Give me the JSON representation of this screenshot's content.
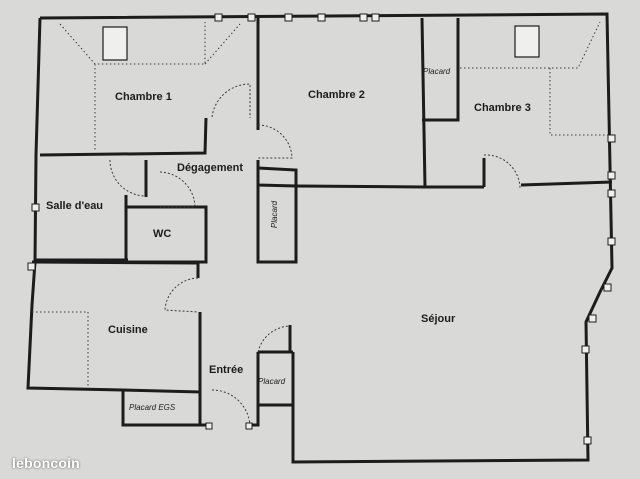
{
  "rooms": {
    "chambre1": "Chambre 1",
    "chambre2": "Chambre 2",
    "chambre3": "Chambre 3",
    "degagement": "Dégagement",
    "salle_eau": "Salle d'eau",
    "wc": "WC",
    "cuisine": "Cuisine",
    "entree": "Entrée",
    "sejour": "Séjour"
  },
  "placards": {
    "chambre3": "Placard",
    "chambre2_hall": "Placard",
    "entree": "Placard",
    "egs": "Placard EGS"
  },
  "watermark": "leboncoin",
  "colors": {
    "paper": "#d9d9d7",
    "wall": "#1c1c1c",
    "dotted": "#3a3a3a"
  }
}
